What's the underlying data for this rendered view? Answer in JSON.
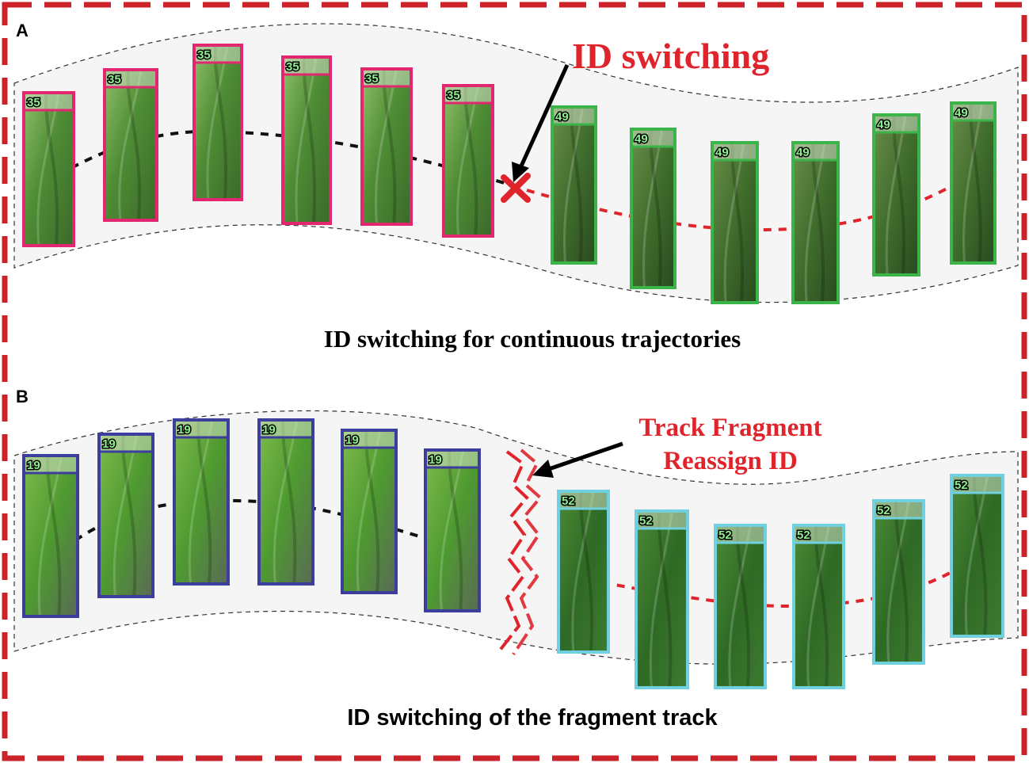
{
  "colors": {
    "outer_border": "#cc2229",
    "annotation": "#e0242b",
    "id35": "#e2266f",
    "id49": "#3bb54a",
    "id19": "#3d3d9e",
    "id52": "#6fd0e0",
    "leaf_light": "#6fae3c",
    "leaf_dark": "#2e5e1f"
  },
  "panel_a": {
    "letter": "A",
    "annotation": "ID switching",
    "caption": "ID switching for continuous trajectories",
    "ids": {
      "before": "35",
      "after": "49"
    }
  },
  "panel_b": {
    "letter": "B",
    "annotation_line1": "Track Fragment",
    "annotation_line2": "Reassign ID",
    "caption": "ID switching of the fragment track",
    "ids": {
      "before": "19",
      "after": "52"
    }
  }
}
